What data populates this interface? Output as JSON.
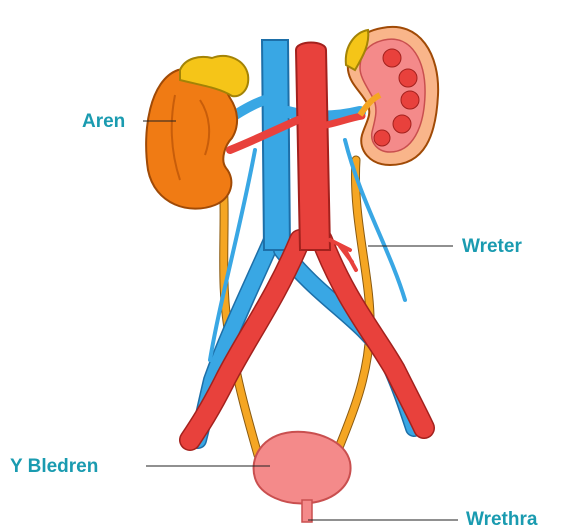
{
  "labels": {
    "kidney": "Aren",
    "ureter": "Wreter",
    "bladder": "Y Bledren",
    "urethra": "Wrethra"
  },
  "colors": {
    "label_text": "#1a9bb0",
    "vein": "#39a7e4",
    "artery": "#e8413c",
    "ureter": "#f5a623",
    "kidney": "#f07b14",
    "adrenal": "#f5c518",
    "bladder": "#f48a8a"
  }
}
